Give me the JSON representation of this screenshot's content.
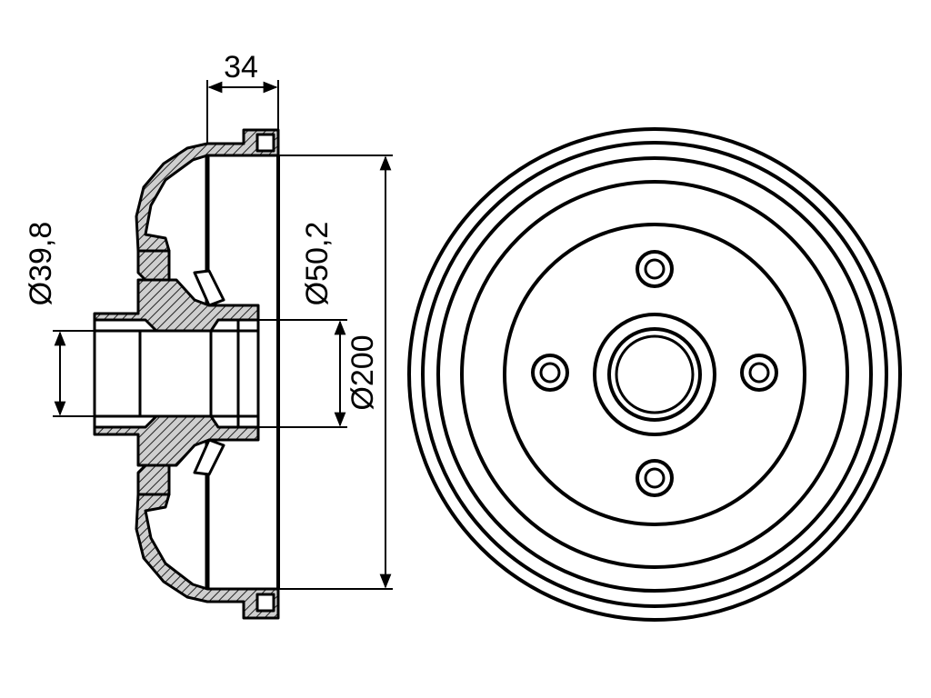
{
  "dimensions": {
    "width_label": "34",
    "bore_label": "Ø39,8",
    "hub_label": "Ø50,2",
    "drum_label": "Ø200"
  },
  "colors": {
    "line": "#000000",
    "hatch_fill": "#8c8c8c",
    "background": "#ffffff"
  }
}
